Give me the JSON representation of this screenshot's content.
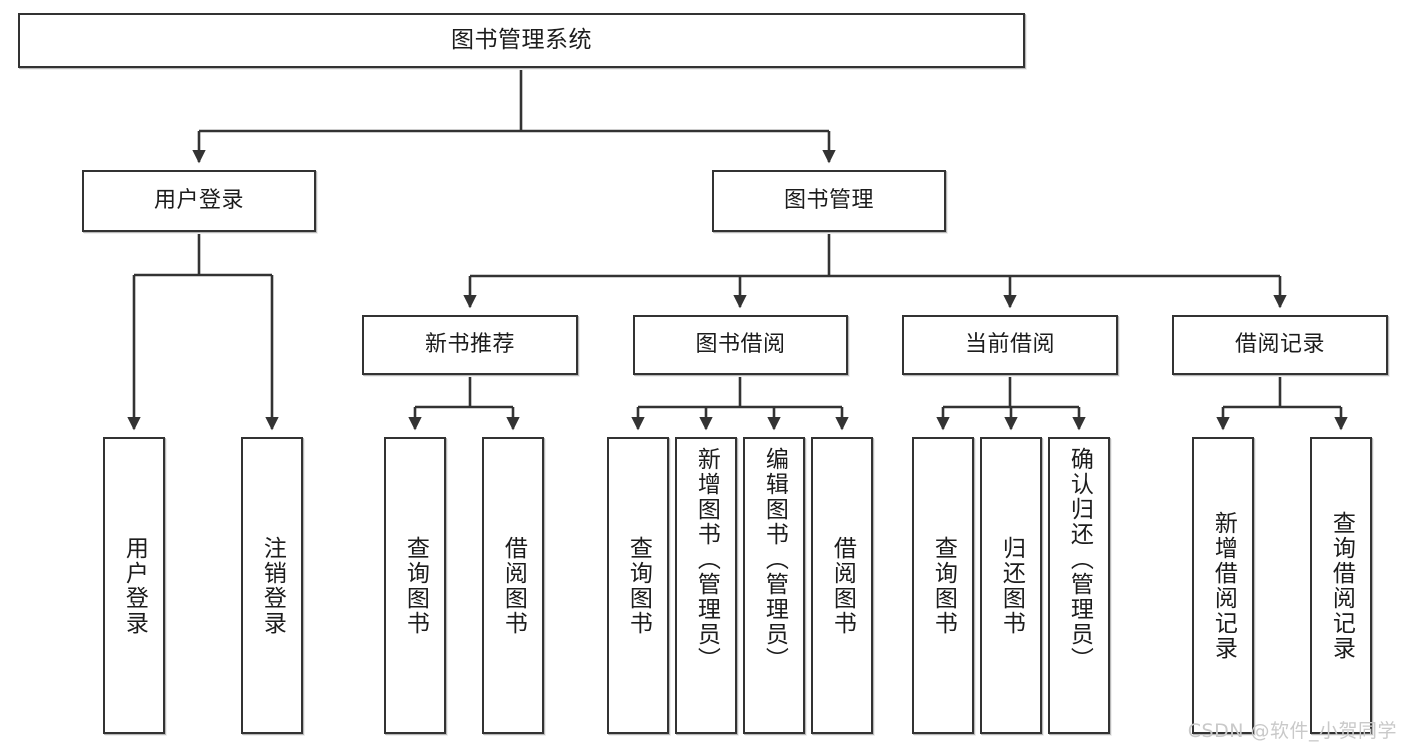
{
  "diagram": {
    "type": "tree-hierarchy-chart",
    "title": "图书管理系统",
    "line_color": "#333333",
    "box_fill": "#ffffff",
    "text_color": "#1c1c1c",
    "nodes": {
      "root": {
        "label": "图书管理系统"
      },
      "level2": [
        {
          "id": "user-login",
          "label": "用户登录"
        },
        {
          "id": "book-management",
          "label": "图书管理"
        }
      ],
      "level3": [
        {
          "id": "new-book-recommend",
          "label": "新书推荐"
        },
        {
          "id": "book-borrow",
          "label": "图书借阅"
        },
        {
          "id": "current-borrow",
          "label": "当前借阅"
        },
        {
          "id": "borrow-record",
          "label": "借阅记录"
        }
      ],
      "leaves": [
        {
          "id": "leaf-user-login",
          "label": "用户登录",
          "parent": "user-login"
        },
        {
          "id": "leaf-logout-login",
          "label": "注销登录",
          "parent": "user-login"
        },
        {
          "id": "leaf-query-book-1",
          "label": "查询图书",
          "parent": "new-book-recommend"
        },
        {
          "id": "leaf-borrow-book-1",
          "label": "借阅图书",
          "parent": "new-book-recommend"
        },
        {
          "id": "leaf-query-book-2",
          "label": "查询图书",
          "parent": "book-borrow"
        },
        {
          "id": "leaf-add-book",
          "label": "新增图书（管理员）",
          "parent": "book-borrow"
        },
        {
          "id": "leaf-edit-book",
          "label": "编辑图书（管理员）",
          "parent": "book-borrow"
        },
        {
          "id": "leaf-borrow-book-2",
          "label": "借阅图书",
          "parent": "book-borrow"
        },
        {
          "id": "leaf-query-book-3",
          "label": "查询图书",
          "parent": "current-borrow"
        },
        {
          "id": "leaf-return-book",
          "label": "归还图书",
          "parent": "current-borrow"
        },
        {
          "id": "leaf-confirm-return",
          "label": "确认归还（管理员）",
          "parent": "current-borrow"
        },
        {
          "id": "leaf-add-borrow-record",
          "label": "新增借阅记录",
          "parent": "borrow-record"
        },
        {
          "id": "leaf-query-borrow-record",
          "label": "查询借阅记录",
          "parent": "borrow-record"
        }
      ]
    }
  },
  "watermark": {
    "text": "CSDN @软件_小贺同学"
  }
}
